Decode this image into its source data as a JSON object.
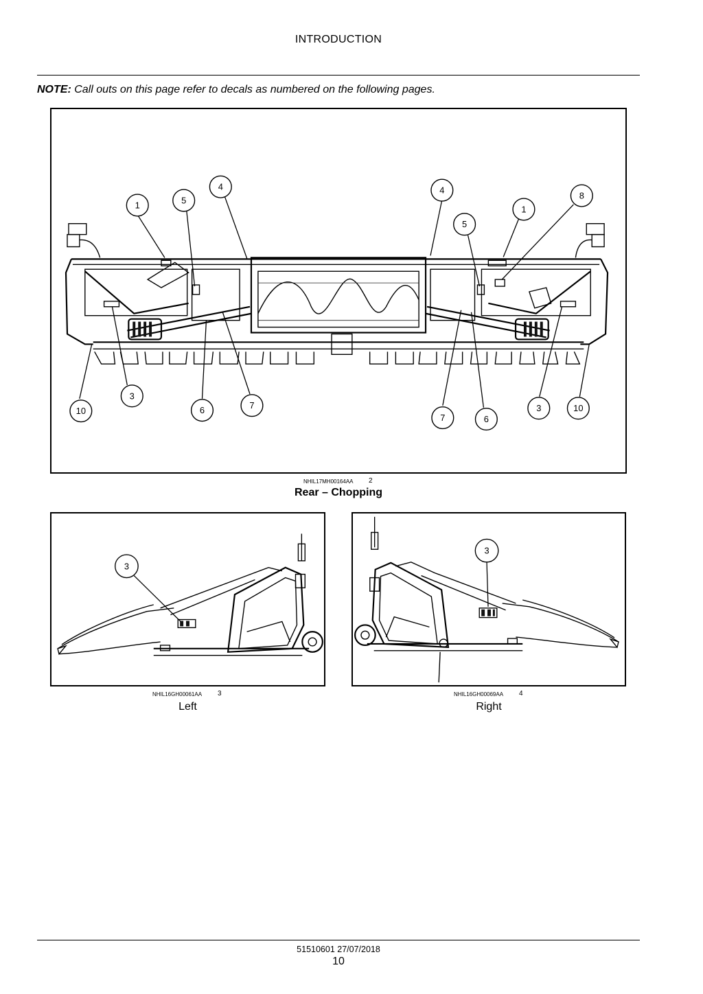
{
  "header": {
    "title": "INTRODUCTION"
  },
  "note": {
    "label": "NOTE:",
    "text": " Call outs on this page refer to decals as numbered on the following pages."
  },
  "figures": {
    "main": {
      "image_id": "NHIL17MH00164AA",
      "number": "2",
      "caption": "Rear – Chopping",
      "callouts": [
        "1",
        "5",
        "4",
        "4",
        "5",
        "1",
        "8",
        "3",
        "10",
        "6",
        "7",
        "7",
        "6",
        "3",
        "10"
      ]
    },
    "left": {
      "image_id": "NHIL16GH00061AA",
      "number": "3",
      "caption": "Left",
      "callouts": [
        "3"
      ]
    },
    "right": {
      "image_id": "NHIL16GH00069AA",
      "number": "4",
      "caption": "Right",
      "callouts": [
        "3"
      ]
    }
  },
  "footer": {
    "doc_ref": "51510601 27/07/2018",
    "page_number": "10"
  }
}
